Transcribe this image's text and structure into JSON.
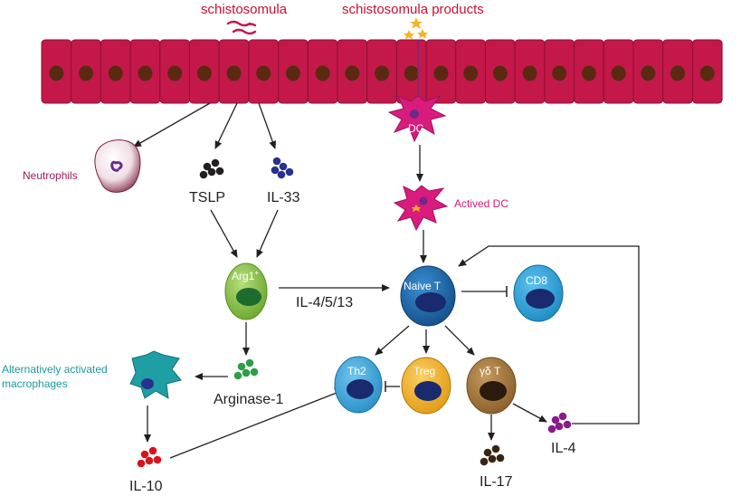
{
  "top_labels": {
    "schistosomula": "schistosomula",
    "products": "schistosomula products"
  },
  "cells": {
    "neutrophils": "Neutrophils",
    "dc": "DC",
    "actived_dc": "Actived DC",
    "arg1": "Arg1",
    "arg1_sup": "+",
    "naive_t": "Naive T",
    "cd8": "CD8",
    "th2": "Th2",
    "treg": "Treg",
    "gd_t": "γδ T",
    "macrophages_line1": "Alternatively activated",
    "macrophages_line2": "macrophages"
  },
  "molecules": {
    "tslp": "TSLP",
    "il33": "IL-33",
    "il4513": "IL-4/5/13",
    "arginase": "Arginase-1",
    "il10": "IL-10",
    "il17": "IL-17",
    "il4": "IL-4"
  },
  "colors": {
    "epithelium": "#c4184a",
    "epithelium_border": "#8e0f33",
    "nucleus": "#5a2a10",
    "dc": "#d81b7d",
    "arg1_cell": "#8cc63f",
    "naive_t": "#1b6fb5",
    "cd8": "#29a3dd",
    "th2": "#3fa9e0",
    "treg": "#f5b323",
    "gd_t": "#a97a3e",
    "macrophage": "#1f9ea3",
    "dots_black": "#231f20",
    "dots_blue": "#27318f",
    "dots_green": "#2e9e45",
    "dots_red": "#d7141c",
    "dots_purple": "#8b1a8b",
    "dots_brown": "#3b2314"
  }
}
